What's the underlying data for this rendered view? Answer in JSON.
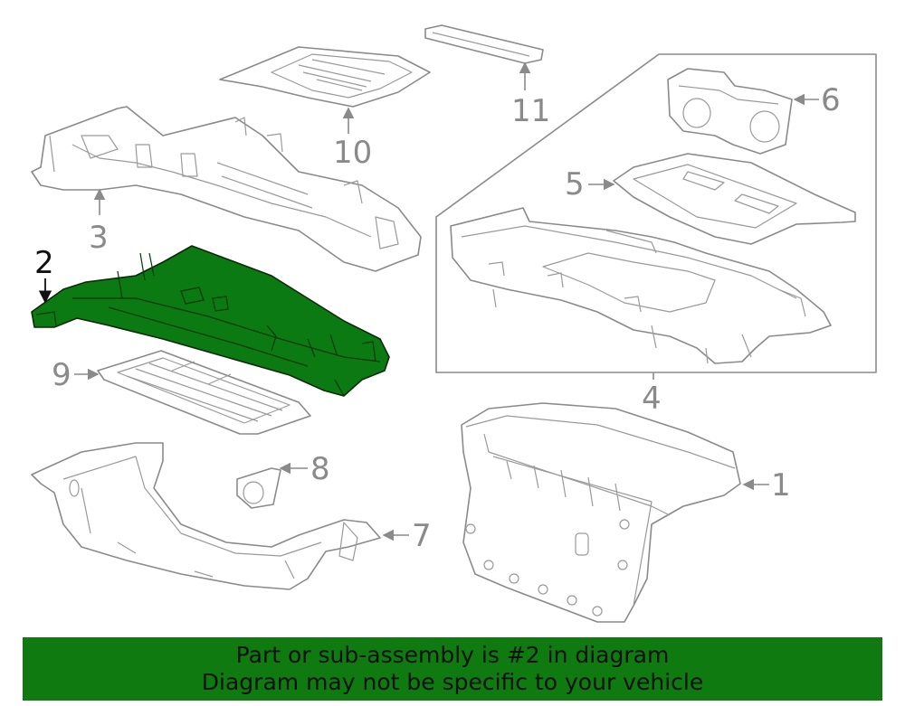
{
  "banner": {
    "line1": "Part or sub-assembly is #2 in diagram",
    "line2": "Diagram may not be specific to your vehicle",
    "color": "#0e7a10"
  },
  "highlight_color": "#0c7a12",
  "callouts": {
    "c1": "1",
    "c2": "2",
    "c3": "3",
    "c4": "4",
    "c5": "5",
    "c6": "6",
    "c7": "7",
    "c8": "8",
    "c9": "9",
    "c10": "10",
    "c11": "11"
  },
  "highlighted_part": "2"
}
